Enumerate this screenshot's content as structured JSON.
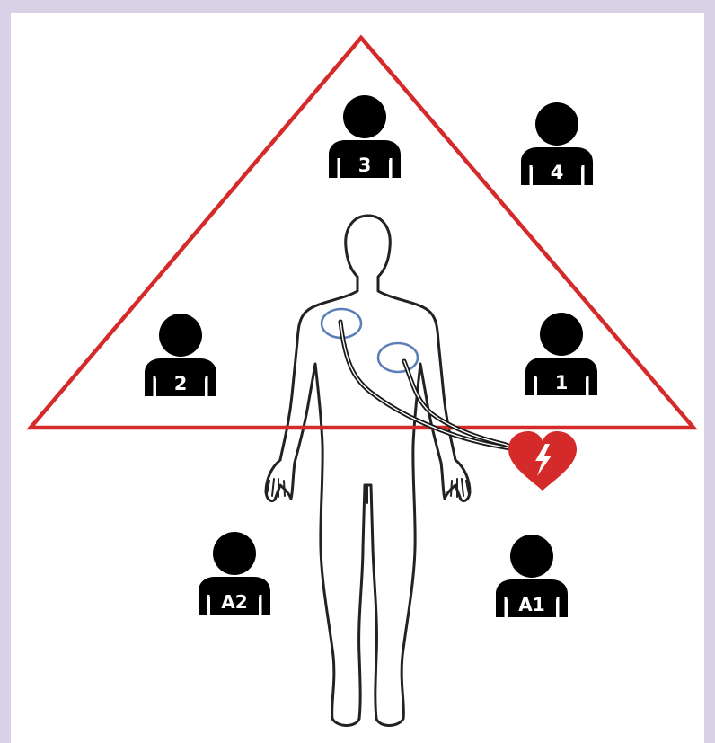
{
  "colors": {
    "background_border": "#d9d2e6",
    "panel": "#ffffff",
    "triangle": "#d42a2a",
    "person": "#000000",
    "body_outline": "#222222",
    "electrode_pad": "#5b7fb8",
    "aed_heart": "#d42a2a",
    "lightning": "#ffffff"
  },
  "icons": {
    "rescuer": "person-silhouette-icon",
    "aed": "heart-lightning-icon",
    "patient": "human-body-outline"
  },
  "rescuers": [
    {
      "id": "r3",
      "label": "3"
    },
    {
      "id": "r4",
      "label": "4"
    },
    {
      "id": "r2",
      "label": "2"
    },
    {
      "id": "r1",
      "label": "1"
    },
    {
      "id": "ra2",
      "label": "A2"
    },
    {
      "id": "ra1",
      "label": "A1"
    }
  ]
}
